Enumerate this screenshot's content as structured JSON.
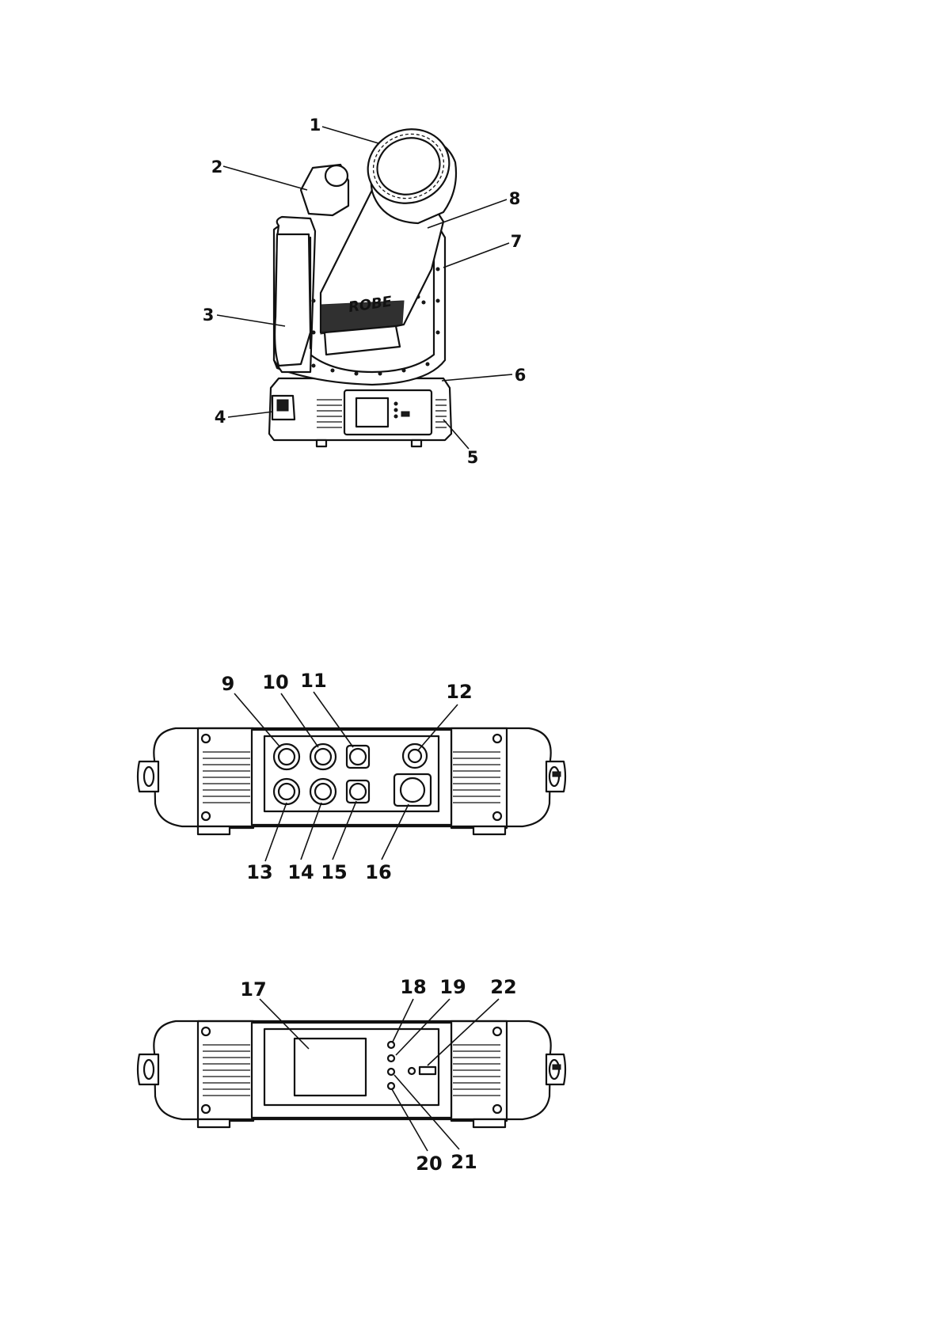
{
  "figure_top": {
    "brand": "ROBE",
    "labels": [
      "1",
      "2",
      "3",
      "4",
      "5",
      "6",
      "7",
      "8"
    ]
  },
  "figure_rear": {
    "labels": [
      "9",
      "10",
      "11",
      "12",
      "13",
      "14",
      "15",
      "16"
    ]
  },
  "figure_front": {
    "labels": [
      "17",
      "18",
      "19",
      "22",
      "20",
      "21"
    ]
  }
}
